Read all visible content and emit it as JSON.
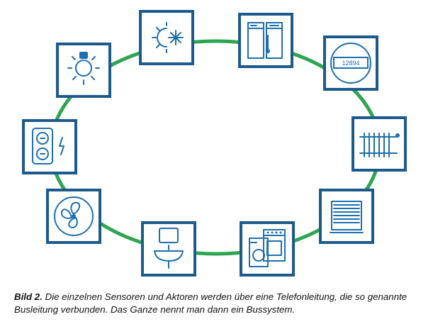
{
  "caption": {
    "label": "Bild 2.",
    "text": "Die einzelnen Sensoren und Aktoren werden über eine Telefonleitung, die so genannte Busleitung verbunden. Das Ganze nennt man dann ein Bussystem."
  },
  "colors": {
    "bus_line": "#2ea552",
    "box_border": "#1d5a8c",
    "icon": "#1d6fae"
  },
  "nodes": [
    {
      "id": "light",
      "icon": "light-bulb-icon"
    },
    {
      "id": "climate",
      "icon": "sun-snowflake-icon"
    },
    {
      "id": "fridge",
      "icon": "refrigerator-icon"
    },
    {
      "id": "meter",
      "icon": "electricity-meter-icon",
      "digits": "12894"
    },
    {
      "id": "heater",
      "icon": "radiator-icon"
    },
    {
      "id": "blinds",
      "icon": "window-blinds-icon"
    },
    {
      "id": "appliances",
      "icon": "washer-stove-icon"
    },
    {
      "id": "bathroom",
      "icon": "washbasin-mirror-icon"
    },
    {
      "id": "ventilation",
      "icon": "fan-icon"
    },
    {
      "id": "sockets",
      "icon": "socket-switch-icon"
    }
  ]
}
